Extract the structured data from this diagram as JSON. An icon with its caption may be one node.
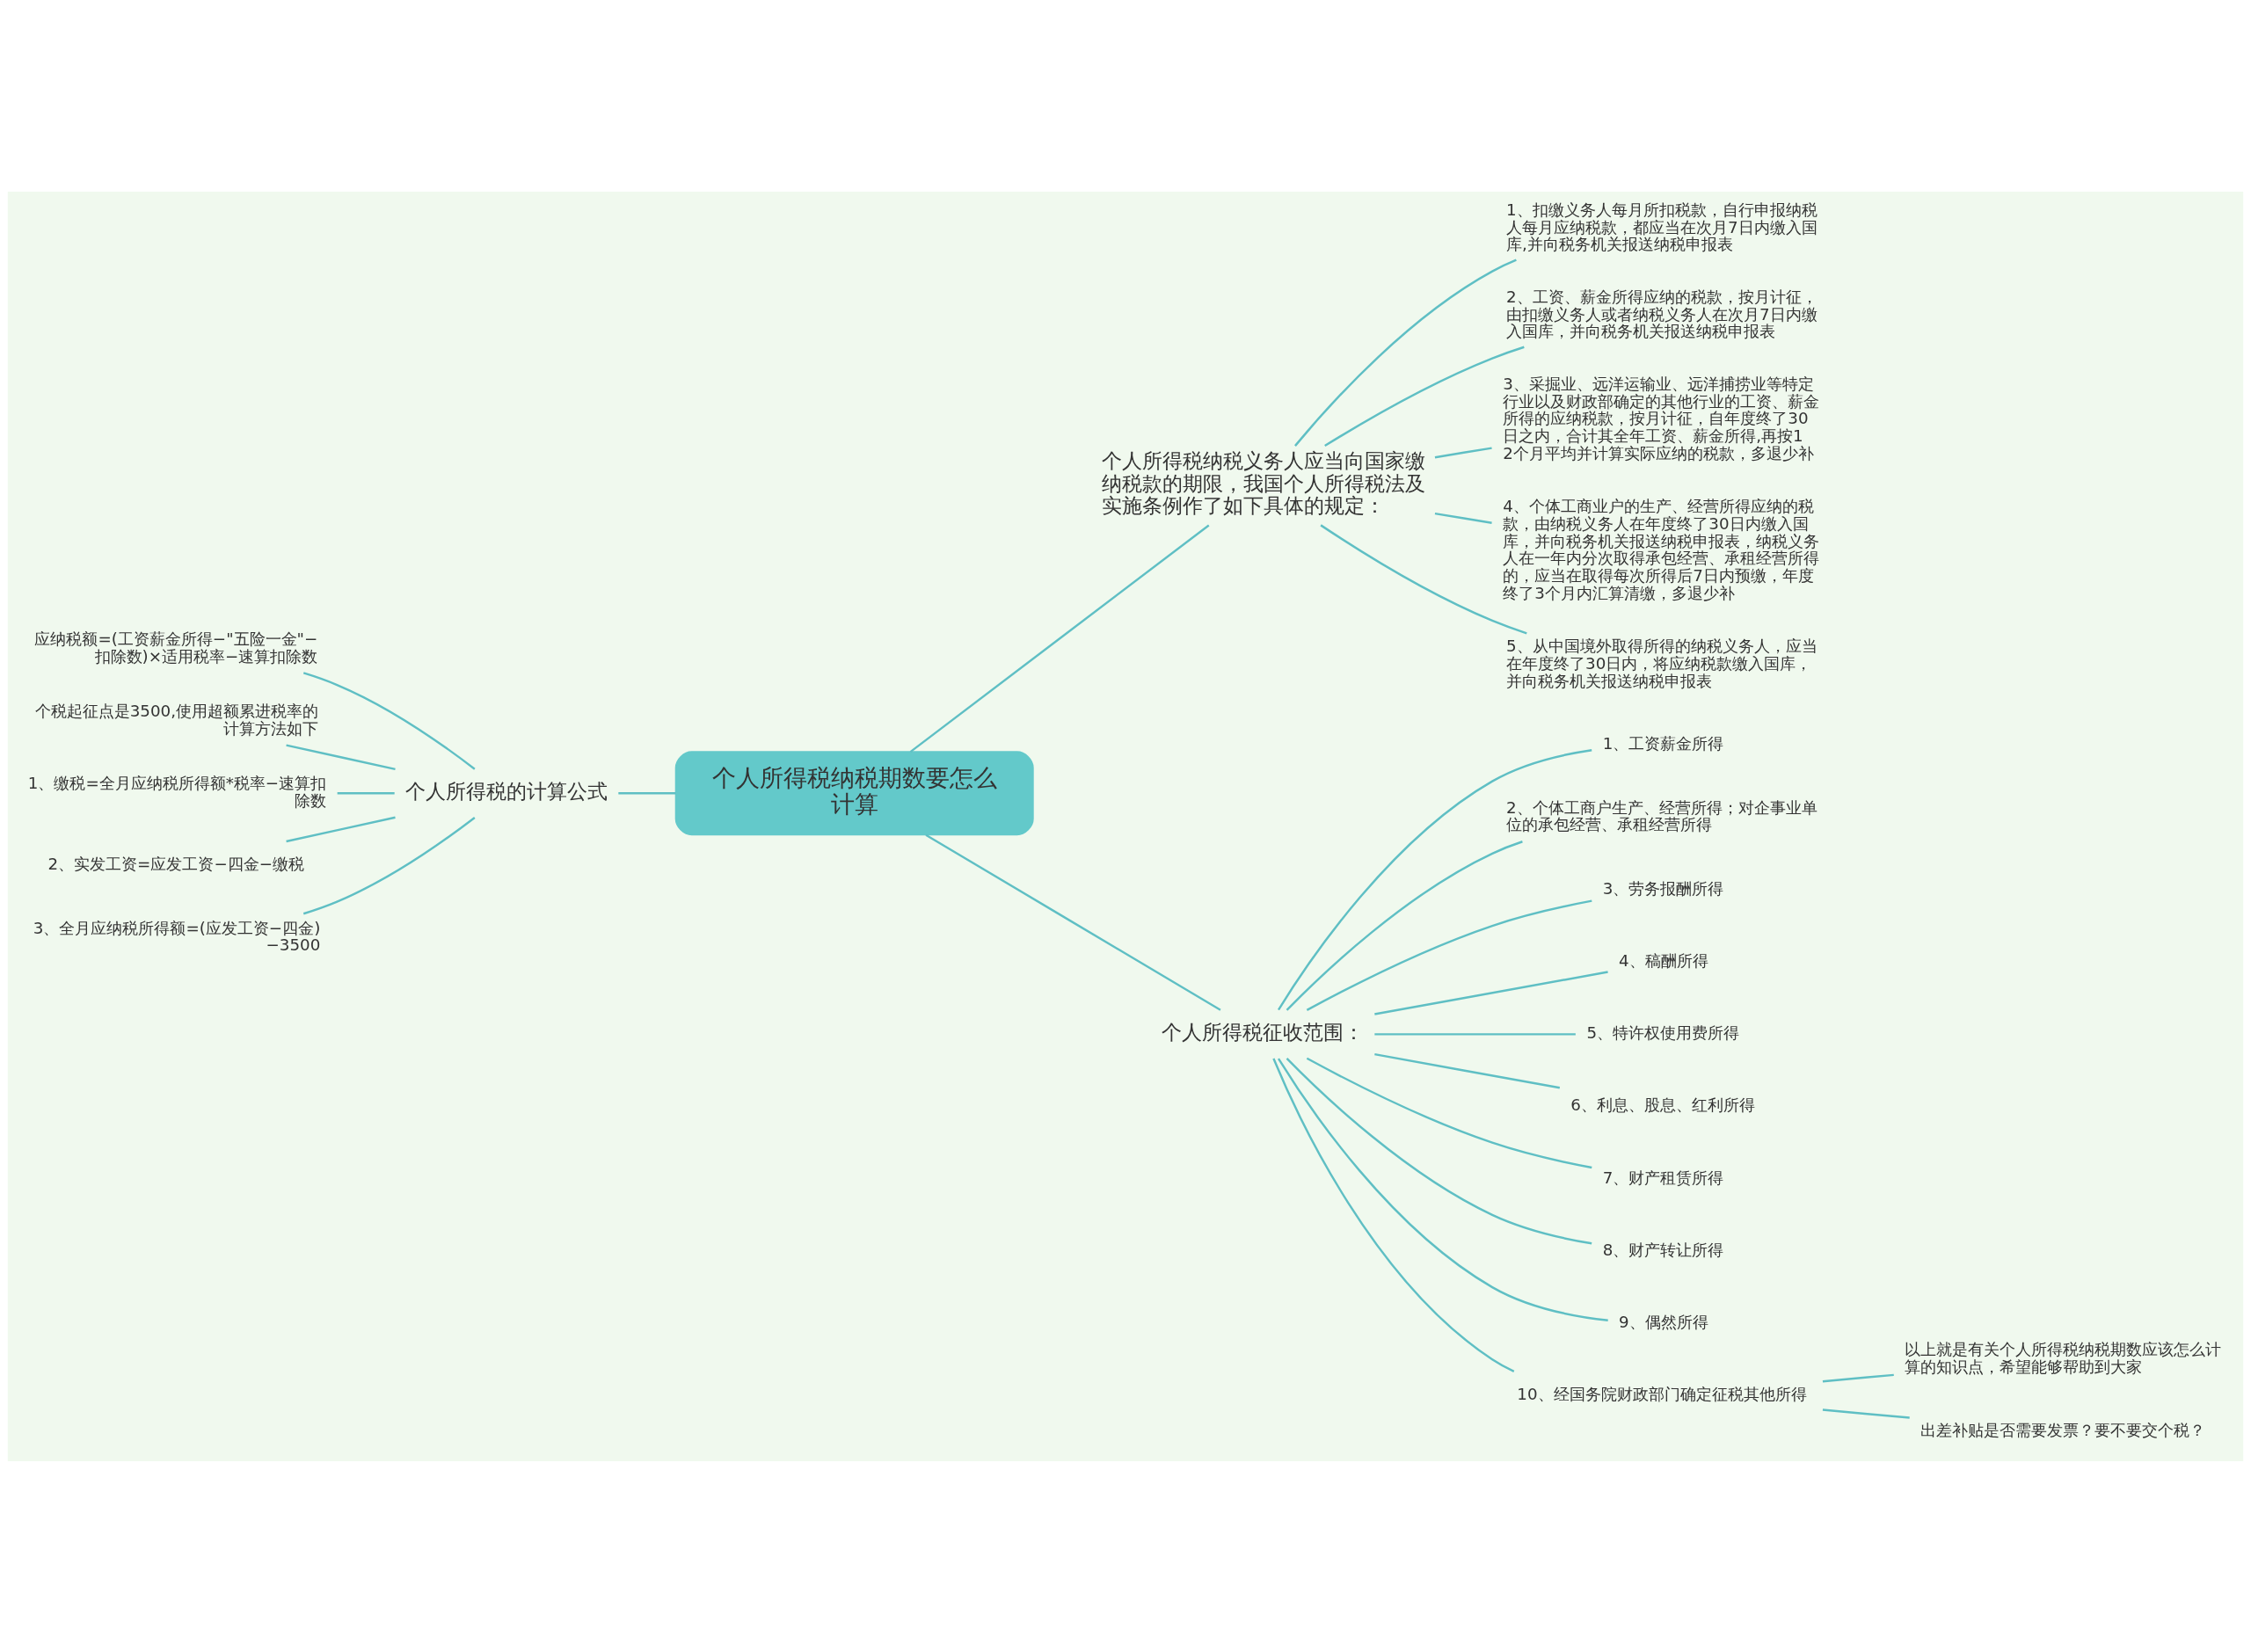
{
  "diagram": {
    "nodes": [
      {
        "text": [
          "个人所得税纳税期数要怎么计算"
        ]
      },
      {
        "text": [
          "个人所得税纳税义务人应当向国家缴纳税款的期限，我国个人所得税法及实施条例作了如下具体的规定："
        ]
      },
      {
        "text": [
          "1、扣缴义务人每月所扣税款，自行申报纳税人每月应纳税款，都应当在次月7日内缴入国库,并向税务机关报送纳税申报表"
        ]
      },
      {
        "text": [
          "2、工资、薪金所得应纳的税款，按月计征，由扣缴义务人或者纳税义务人在次月7日内缴入国库，并向税务机关报送纳税申报表"
        ]
      },
      {
        "text": [
          "3、采掘业、远洋运输业、远洋捕捞业等特定行业以及财政部确定的其他行业的工资、薪金所得的应纳税款，按月计征，自年度终了30日之内，合计其全年工资、薪金所得,再按12个月平均并计算实际应纳的税款，多退少补"
        ]
      },
      {
        "text": [
          "4、个体工商业户的生产、经营所得应纳的税款，由纳税义务人在年度终了30日内缴入国库，并向税务机关报送纳税申报表，纳税义务人在一年内分次取得承包经营、承租经营所得的，应当在取得每次所得后7日内预缴，年度终了3个月内汇算清缴，多退少补"
        ]
      },
      {
        "text": [
          "5、从中国境外取得所得的纳税义务人，应当在年度终了30日内，将应纳税款缴入国库，并向税务机关报送纳税申报表"
        ]
      },
      {
        "text": [
          "个人所得税征收范围："
        ]
      },
      {
        "text": [
          "1、工资薪金所得"
        ]
      },
      {
        "text": [
          "2、个体工商户生产、经营所得；对企事业单位的承包经营、承租经营所得"
        ]
      },
      {
        "text": [
          "3、劳务报酬所得"
        ]
      },
      {
        "text": [
          "4、稿酬所得"
        ]
      },
      {
        "text": [
          "5、特许权使用费所得"
        ]
      },
      {
        "text": [
          "6、利息、股息、红利所得"
        ]
      },
      {
        "text": [
          "7、财产租赁所得"
        ]
      },
      {
        "text": [
          "8、财产转让所得"
        ]
      },
      {
        "text": [
          "9、偶然所得"
        ]
      },
      {
        "text": [
          "10、经国务院财政部门确定征税其他所得"
        ]
      },
      {
        "text": [
          "以上就是有关个人所得税纳税期数应该怎么计算的知识点，希望能够帮助到大家"
        ]
      },
      {
        "text": [
          "出差补贴是否需要发票？要不要交个税？"
        ]
      },
      {
        "text": [
          "个人所得税的计算公式"
        ]
      },
      {
        "text": [
          "应纳税额=(工资薪金所得−\"五险一金\"−扣除数)×适用税率−速算扣除数"
        ]
      },
      {
        "text": [
          "个税起征点是3500,使用超额累进税率的计算方法如下"
        ]
      },
      {
        "text": [
          "1、缴税=全月应纳税所得额*税率−速算扣除数"
        ]
      },
      {
        "text": [
          "2、实发工资=应发工资−四金−缴税"
        ]
      },
      {
        "text": [
          "3、全月应纳税所得额=(应发工资−四金)−3500"
        ]
      }
    ],
    "edges": [
      {
        "from": 0,
        "to": 1,
        "arrow": "none"
      },
      {
        "from": 1,
        "to": 2,
        "arrow": "none"
      },
      {
        "from": 1,
        "to": 3,
        "arrow": "none"
      },
      {
        "from": 1,
        "to": 4,
        "arrow": "none"
      },
      {
        "from": 1,
        "to": 5,
        "arrow": "none"
      },
      {
        "from": 1,
        "to": 6,
        "arrow": "none"
      },
      {
        "from": 0,
        "to": 7,
        "arrow": "none"
      },
      {
        "from": 7,
        "to": 8,
        "arrow": "none"
      },
      {
        "from": 7,
        "to": 9,
        "arrow": "none"
      },
      {
        "from": 7,
        "to": 10,
        "arrow": "none"
      },
      {
        "from": 7,
        "to": 11,
        "arrow": "none"
      },
      {
        "from": 7,
        "to": 12,
        "arrow": "none"
      },
      {
        "from": 7,
        "to": 13,
        "arrow": "none"
      },
      {
        "from": 7,
        "to": 14,
        "arrow": "none"
      },
      {
        "from": 7,
        "to": 15,
        "arrow": "none"
      },
      {
        "from": 7,
        "to": 16,
        "arrow": "none"
      },
      {
        "from": 7,
        "to": 17,
        "arrow": "none"
      },
      {
        "from": 17,
        "to": 18,
        "arrow": "none"
      },
      {
        "from": 17,
        "to": 19,
        "arrow": "none"
      },
      {
        "from": 0,
        "to": 20,
        "arrow": "none"
      },
      {
        "from": 20,
        "to": 21,
        "arrow": "none"
      },
      {
        "from": 20,
        "to": 22,
        "arrow": "none"
      },
      {
        "from": 20,
        "to": 23,
        "arrow": "none"
      },
      {
        "from": 20,
        "to": 24,
        "arrow": "none"
      },
      {
        "from": 20,
        "to": 25,
        "arrow": "none"
      }
    ]
  }
}
